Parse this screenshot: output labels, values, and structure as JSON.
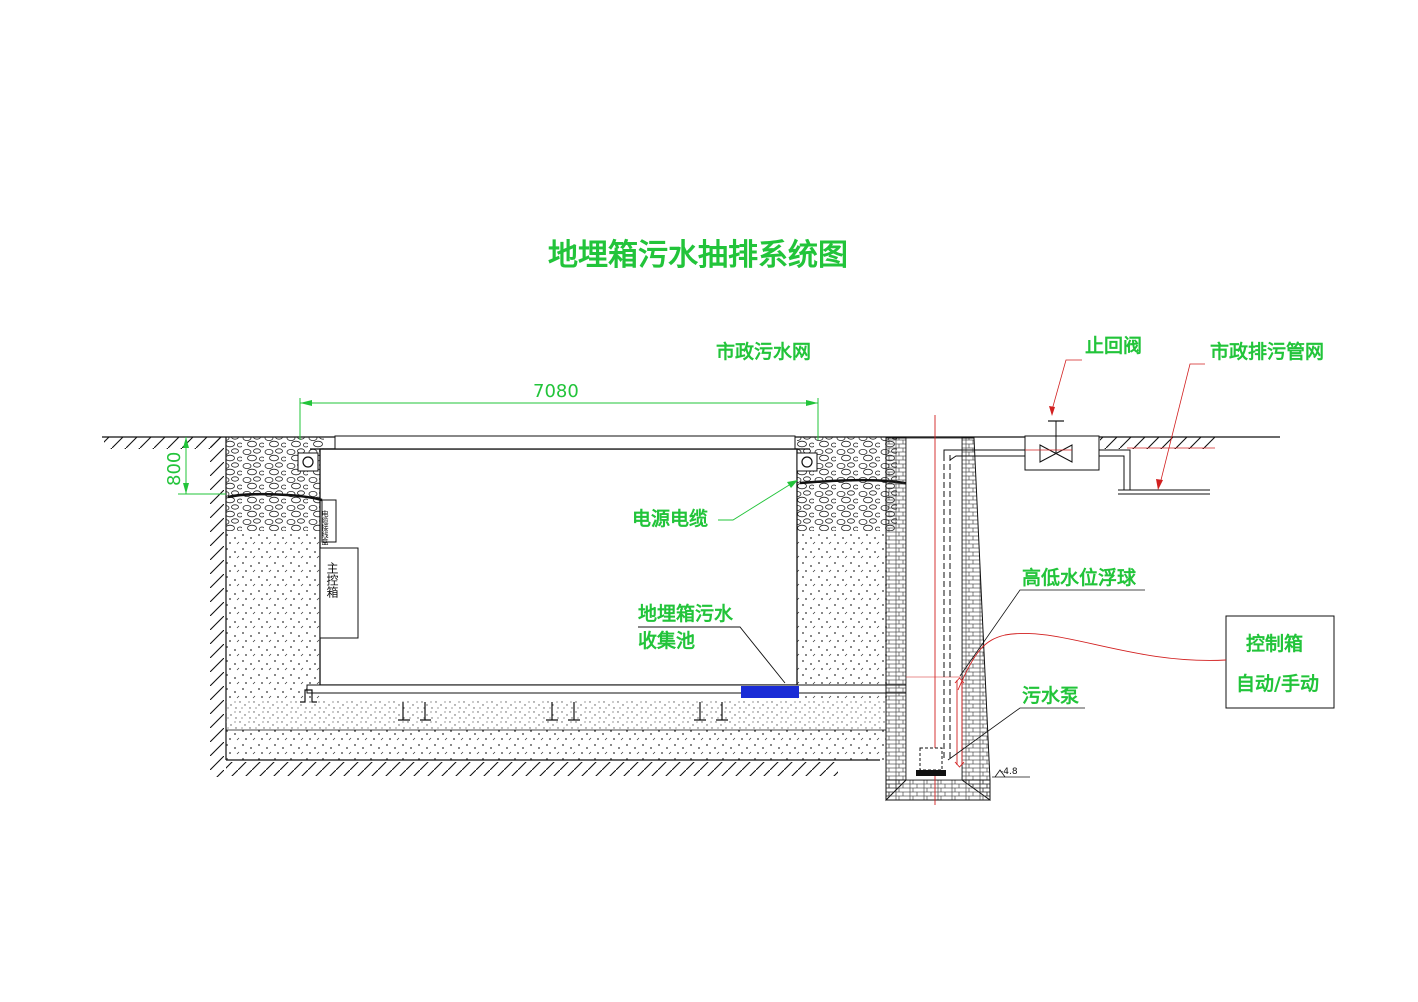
{
  "title": "地埋箱污水抽排系统图",
  "labels": {
    "municipal_sewage_network": "市政污水网",
    "check_valve": "止回阀",
    "municipal_drain_network": "市政排污管网",
    "power_cable": "电源电缆",
    "float_switch": "高低水位浮球",
    "collection_pool_line1": "地埋箱污水",
    "collection_pool_line2": "收集池",
    "sewage_pump": "污水泵",
    "control_box_title": "控制箱",
    "control_box_mode": "自动/手动",
    "main_control_box": "主控箱",
    "small_box": "电缆接线盒"
  },
  "dimensions": {
    "width": "7080",
    "depth": "800",
    "pit_level": "-4.8"
  },
  "colors": {
    "label": "#22c43a",
    "line": "#111111",
    "accent_red": "#d22020",
    "pump_blue": "#1a2cd6"
  }
}
